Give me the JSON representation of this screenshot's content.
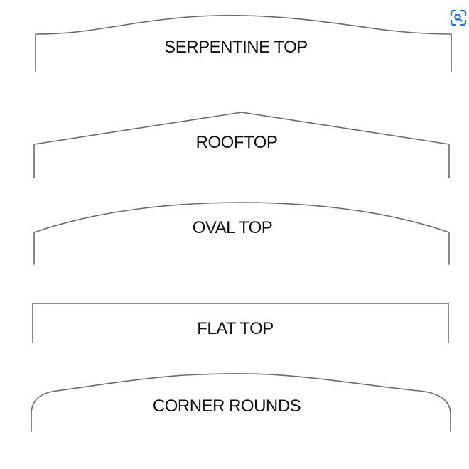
{
  "shapes": [
    {
      "id": "serpentine",
      "label": "SERPENTINE TOP"
    },
    {
      "id": "rooftop",
      "label": "ROOFTOP"
    },
    {
      "id": "oval",
      "label": "OVAL TOP"
    },
    {
      "id": "flat",
      "label": "FLAT TOP"
    },
    {
      "id": "corner",
      "label": "CORNER ROUNDS"
    }
  ],
  "toolbar": {
    "lens_icon": "visual-search-icon",
    "lens_color": "#1a73e8"
  }
}
